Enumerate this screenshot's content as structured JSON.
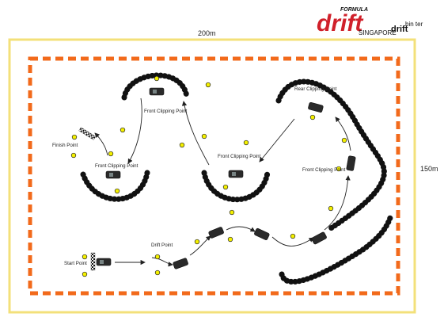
{
  "logo": {
    "formula": "FORMULA",
    "drift": "drift",
    "singapore": "SINGAPORE",
    "sub_top": "bin ter",
    "sub_mark": "drift",
    "colors": {
      "red": "#d0202a",
      "black": "#111111"
    }
  },
  "dimensions": {
    "width": "200m",
    "height": "150m"
  },
  "labels": {
    "finish": "Finish Point",
    "front_clip_1": "Front Clipping Point",
    "front_clip_2": "Front Clipping Point",
    "front_clip_3": "Front Clipping Point",
    "rear_clip": "Rear Clipping Point",
    "drift_point": "Drift Point",
    "start": "Start Point"
  },
  "colors": {
    "outer_border": "#f3e07a",
    "dash_border": "#f26a1b",
    "cone": "#f4f000",
    "tyre": "#111111",
    "arrow": "#222222",
    "car": "#2a2a2a"
  }
}
